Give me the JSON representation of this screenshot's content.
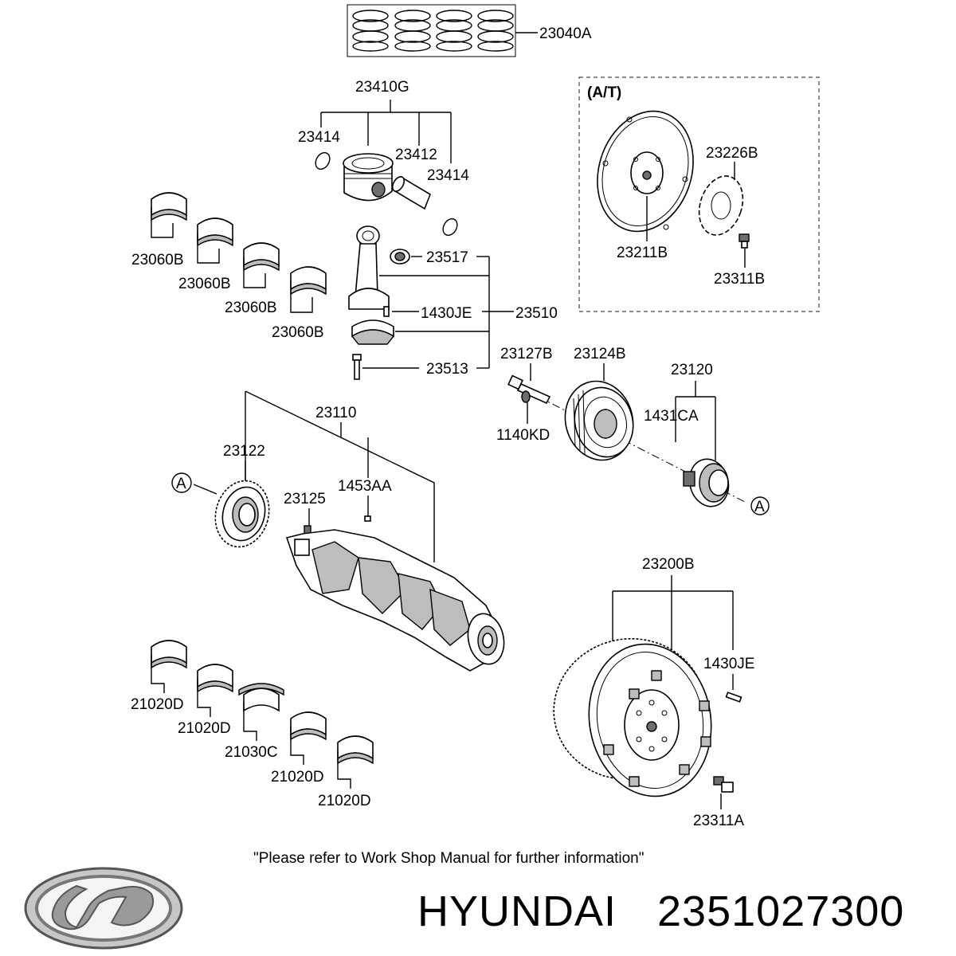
{
  "diagram": {
    "labels": {
      "piston_rings": "23040A",
      "piston_assy": "23410G",
      "snap_ring_left": "23414",
      "piston_pin": "23412",
      "snap_ring_right": "23414",
      "bearing_upper_1": "23060B",
      "bearing_upper_2": "23060B",
      "bearing_upper_3": "23060B",
      "bearing_upper_4": "23060B",
      "rod_bushing": "23517",
      "rod_pin": "1430JE",
      "conrod_assy": "23510",
      "rod_bolt": "23513",
      "at_group": "(A/T)",
      "drive_plate_adapter": "23226B",
      "drive_plate": "23211B",
      "drive_plate_bolt": "23311B",
      "damper_bolt": "23127B",
      "damper_pulley": "23124B",
      "sprocket_group": "23120",
      "key": "1431CA",
      "damper_washer": "1140KD",
      "crankshaft": "23110",
      "crank_sprocket": "23122",
      "crank_key": "23125",
      "crank_pin": "1453AA",
      "ref_a_left": "A",
      "ref_a_right": "A",
      "flywheel": "23200B",
      "flywheel_pin": "1430JE",
      "main_bearing_1": "21020D",
      "main_bearing_2": "21020D",
      "thrust_bearing": "21030C",
      "main_bearing_3": "21020D",
      "main_bearing_4": "21020D",
      "flywheel_bolt": "23311A"
    },
    "note": "\"Please refer to Work Shop Manual for further information\""
  },
  "footer": {
    "brand": "HYUNDAI",
    "part_number": "2351027300"
  }
}
